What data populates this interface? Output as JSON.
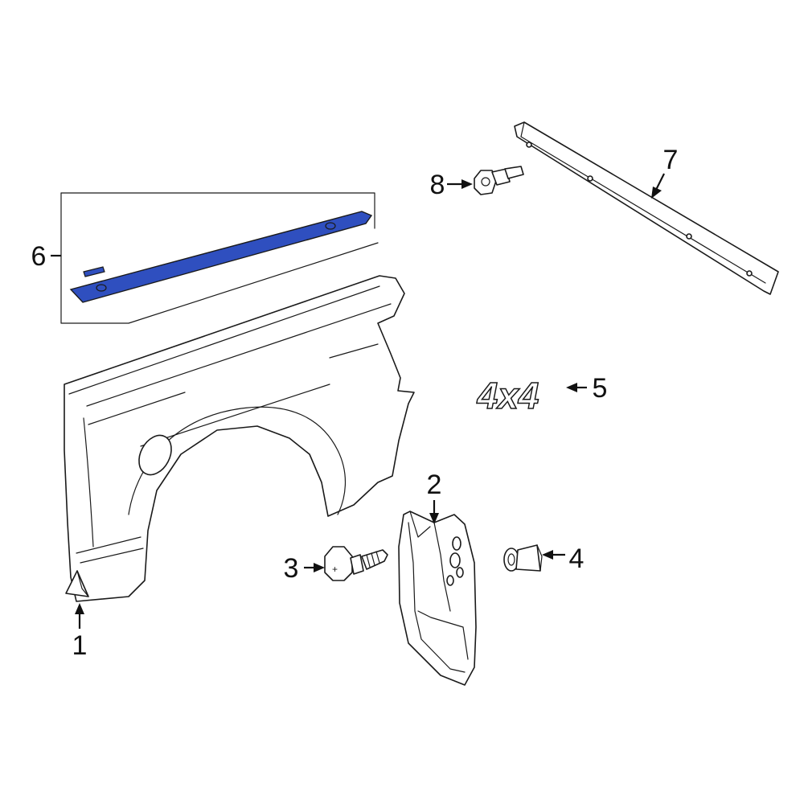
{
  "diagram": {
    "highlight_color": "#2f4fbf",
    "line_color": "#1a1a1a",
    "callouts": [
      {
        "id": "1",
        "label": "1"
      },
      {
        "id": "2",
        "label": "2"
      },
      {
        "id": "3",
        "label": "3"
      },
      {
        "id": "4",
        "label": "4"
      },
      {
        "id": "5",
        "label": "5"
      },
      {
        "id": "6",
        "label": "6"
      },
      {
        "id": "7",
        "label": "7"
      },
      {
        "id": "8",
        "label": "8"
      }
    ],
    "emblem_text": "4x4"
  }
}
